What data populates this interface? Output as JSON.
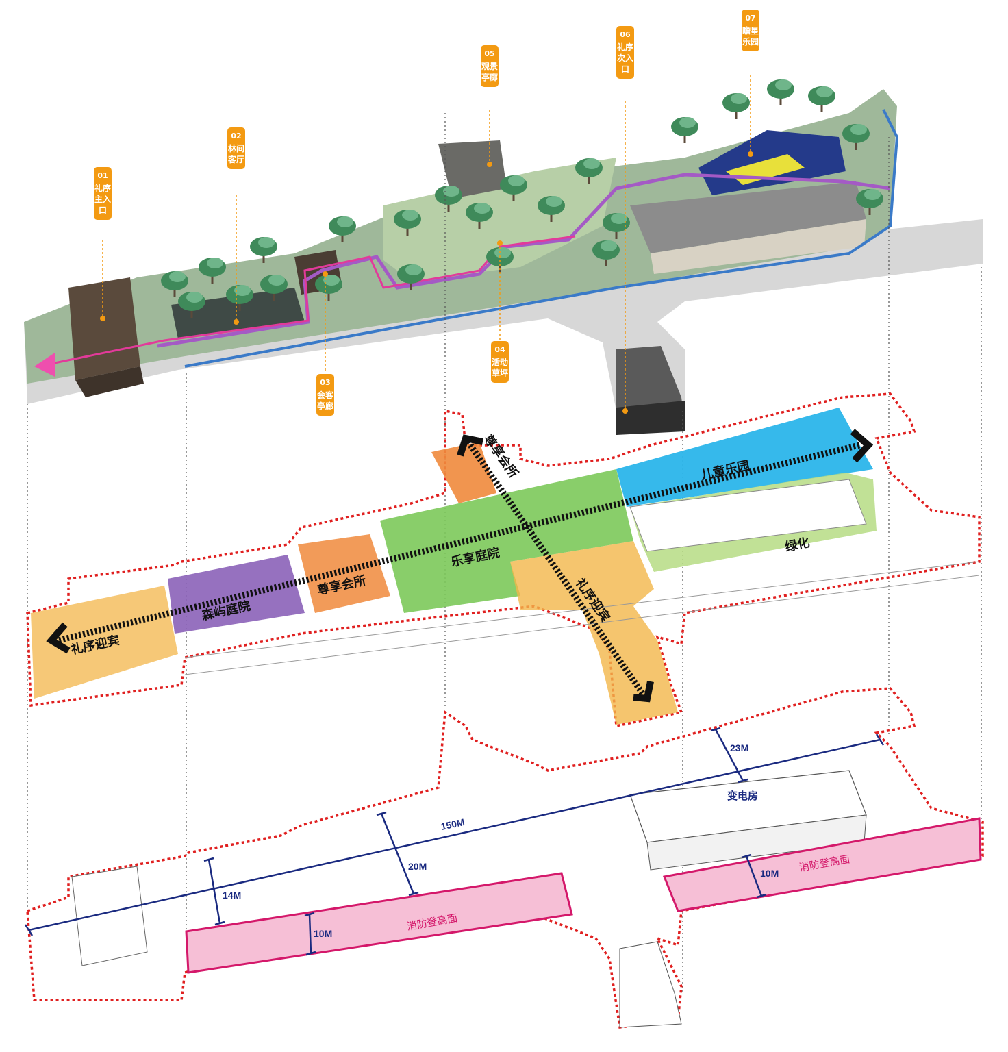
{
  "colors": {
    "badge": "#f39a12",
    "boundary": "#e02020",
    "dimension": "#1a2a80",
    "fire_zone": "#f6bfd6",
    "fire_edge": "#d4186a",
    "zone_yellow": "#f3b64a",
    "zone_purple": "#8b62b8",
    "zone_orange": "#f08a3c",
    "zone_green": "#7cc95a",
    "zone_blue": "#2bb5ea",
    "zone_lightgreen": "#b6dc84"
  },
  "landmarks": [
    {
      "num": "01",
      "text": "礼序主入口"
    },
    {
      "num": "02",
      "text": "林间客厅"
    },
    {
      "num": "03",
      "text": "会客亭廊"
    },
    {
      "num": "04",
      "text": "活动草坪"
    },
    {
      "num": "05",
      "text": "观景亭廊"
    },
    {
      "num": "06",
      "text": "礼序次入口"
    },
    {
      "num": "07",
      "text": "瞻星乐园"
    }
  ],
  "zones": {
    "welcome_main": "礼序迎宾",
    "forest": "森屿庭院",
    "club_lower": "尊享会所",
    "courtyard": "乐享庭院",
    "welcome_secondary": "礼序迎宾",
    "club_upper": "尊享会所",
    "kids": "儿童乐园",
    "greenery": "绿化"
  },
  "dimensions": {
    "length": "150M",
    "width_mid": "20M",
    "width_left": "14M",
    "width_right": "23M",
    "fire_width_left": "10M",
    "fire_width_right": "10M"
  },
  "labels": {
    "fire_zone_left": "消防登高面",
    "fire_zone_right": "消防登高面",
    "substation": "变电房"
  }
}
